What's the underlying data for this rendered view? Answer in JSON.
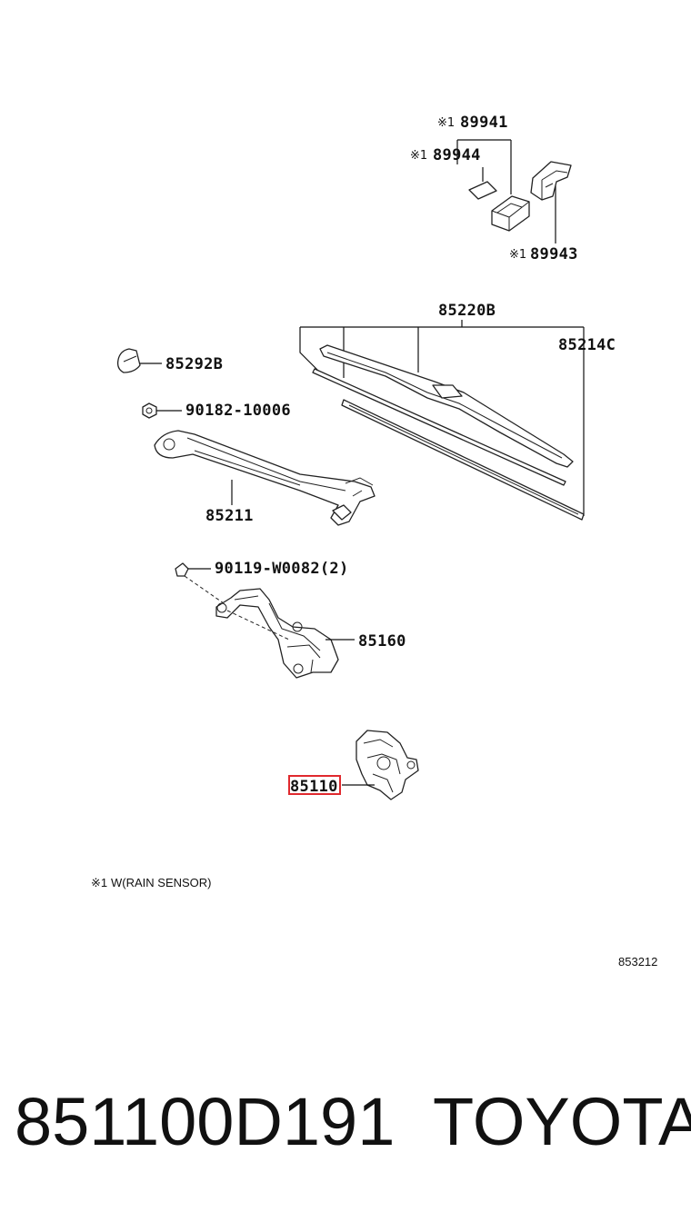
{
  "diagram": {
    "callouts": {
      "p89941": "89941",
      "p89944": "89944",
      "p89943": "89943",
      "p85220B": "85220B",
      "p85214C": "85214C",
      "p85292B": "85292B",
      "p9018210006": "90182-10006",
      "p85211": "85211",
      "p90119": "90119-W0082(2)",
      "p85160": "85160",
      "p85110": "85110"
    },
    "mark": "※1",
    "note_mark": "※1",
    "note_text": "W(RAIN SENSOR)",
    "ref_code": "853212",
    "highlight_color": "#e0292e"
  },
  "footer": {
    "part_number": "851100D191",
    "brand": "TOYOTA"
  }
}
